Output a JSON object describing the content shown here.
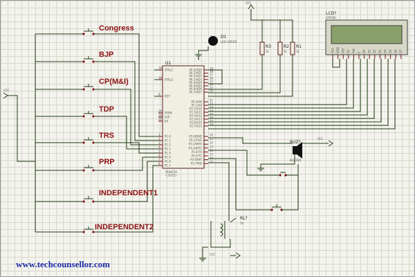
{
  "website": "www.techcounsellor.com",
  "buttons": [
    "Congress",
    "BJP",
    "CP(M&I)",
    "TDP",
    "TRS",
    "PRP",
    "INDEPENDENT1",
    "INDEPENDENT2"
  ],
  "mcu": {
    "ref": "U1",
    "part": "AT89C51",
    "left_pins": [
      "XTAL1",
      "XTAL2",
      "RST",
      "PSEN",
      "ALE",
      "EA",
      "P1.0",
      "P1.1",
      "P1.2",
      "P1.3",
      "P1.4",
      "P1.5",
      "P1.6",
      "P1.7"
    ],
    "left_nums": [
      "19",
      "18",
      "9",
      "29",
      "30",
      "31",
      "1",
      "2",
      "3",
      "4",
      "5",
      "6",
      "7",
      "8"
    ],
    "right_pins": [
      "P0.0/AD0",
      "P0.1/AD1",
      "P0.2/AD2",
      "P0.3/AD3",
      "P0.4/AD4",
      "P0.5/AD5",
      "P0.6/AD6",
      "P0.7/AD7",
      "P2.0/A8",
      "P2.1/A9",
      "P2.2/A10",
      "P2.3/A11",
      "P2.4/A12",
      "P2.5/A13",
      "P2.6/A14",
      "P2.7/A15",
      "P3.0/RXD",
      "P3.1/TXD",
      "P3.2/INT0",
      "P3.3/INT1",
      "P3.4/T0",
      "P3.5/T1",
      "P3.6/WR",
      "P3.7/RD"
    ],
    "right_nums": [
      "39",
      "38",
      "37",
      "36",
      "35",
      "34",
      "33",
      "32",
      "21",
      "22",
      "23",
      "24",
      "25",
      "26",
      "27",
      "28",
      "10",
      "11",
      "12",
      "13",
      "14",
      "15",
      "16",
      "17"
    ]
  },
  "led": {
    "ref": "D1",
    "part": "LED-GREEN"
  },
  "resistors": [
    {
      "ref": "R3",
      "value": "1k"
    },
    {
      "ref": "R2",
      "value": "1k"
    },
    {
      "ref": "R1",
      "value": "1k"
    }
  ],
  "lcd": {
    "ref": "LCD?",
    "part": "LM016L",
    "pins": [
      "VSS",
      "VDD",
      "VEE",
      "RS",
      "RW",
      "E",
      "D0",
      "D1",
      "D2",
      "D3",
      "D4",
      "D5",
      "D6",
      "D7"
    ]
  },
  "buzzer": {
    "ref": "BUZ?",
    "part": "BUZZER"
  },
  "relay": {
    "ref": "RL?",
    "value": "5V"
  },
  "power_labels": [
    "VCC",
    "VCC",
    "VCC",
    "VCC",
    "VCC"
  ],
  "text_hint": "<TEXT>",
  "ground_label": "GND"
}
